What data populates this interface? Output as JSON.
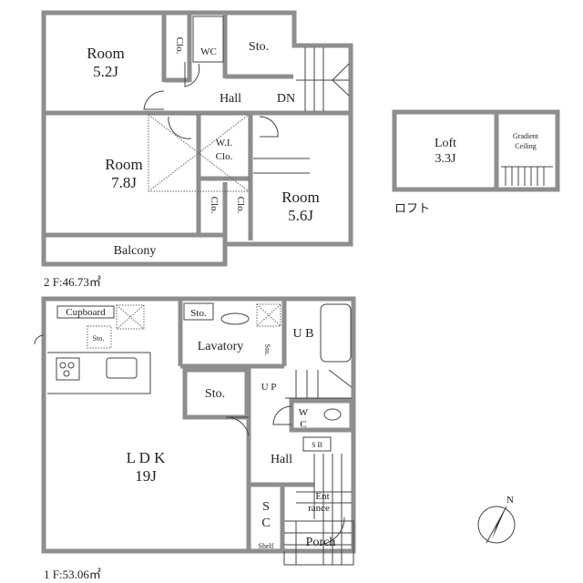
{
  "floor2": {
    "area_label": "2 F:46.73㎡",
    "rooms": {
      "room_a": {
        "name": "Room",
        "size": "5.2J"
      },
      "room_b": {
        "name": "Room",
        "size": "7.8J"
      },
      "room_c": {
        "name": "Room",
        "size": "5.6J"
      },
      "clo1": "Clo.",
      "clo2": "Clo.",
      "clo3": "Clo.",
      "wc": "WC",
      "sto": "Sto.",
      "hall": "Hall",
      "dn": "DN",
      "wic_line1": "W.I.",
      "wic_line2": "Clo.",
      "balcony": "Balcony"
    }
  },
  "loft": {
    "name": "Loft",
    "size": "3.3J",
    "gradient_line1": "Gradient",
    "gradient_line2": "Ceiling",
    "jp_label": "ロフト"
  },
  "floor1": {
    "area_label": "1 F:53.06㎡",
    "rooms": {
      "ldk": {
        "name": "L D K",
        "size": "19J"
      },
      "cupboard": "Cupboard",
      "sto_kitchen": "Sto.",
      "sto_lav": "Sto.",
      "lavatory": "Lavatory",
      "sto_lav_side": "Sto.",
      "ub": "U B",
      "sto_main": "Sto.",
      "up": "U P",
      "wc_line1": "W",
      "wc_line2": "C",
      "sb": "S B",
      "hall": "Hall",
      "entrance_line1": "Ent",
      "entrance_line2": "rance",
      "sc_line1": "S",
      "sc_line2": "C",
      "shelf": "Shelf",
      "porch": "Porch"
    }
  },
  "compass": {
    "north": "N"
  }
}
